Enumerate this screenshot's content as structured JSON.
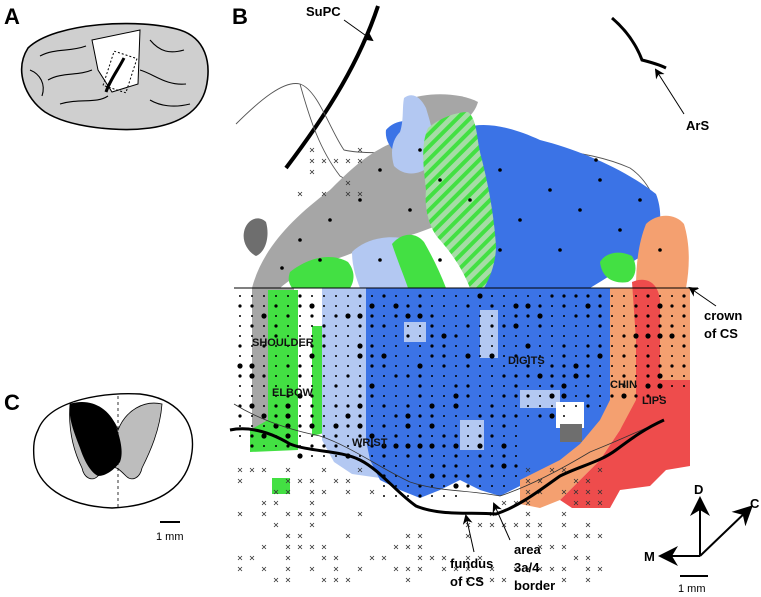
{
  "panels": {
    "a": "A",
    "b": "B",
    "c": "C"
  },
  "labels": {
    "supc": "SuPC",
    "ars": "ArS",
    "crown_line1": "crown",
    "crown_line2": "of CS",
    "fundus_line1": "fundus",
    "fundus_line2": "of CS",
    "area_line1": "area",
    "area_line2": "3a/4",
    "area_line3": "border",
    "scale_b": "1 mm",
    "scale_c": "1 mm",
    "axis_d": "D",
    "axis_m": "M",
    "axis_c": "C"
  },
  "body_parts": {
    "shoulder": "SHOULDER",
    "elbow": "ELBOW",
    "wrist": "WRIST",
    "digits": "DIGITS",
    "chin": "CHIN",
    "lips": "LIPS"
  },
  "colors": {
    "shoulder": "#a6a6a6",
    "elbow": "#43e043",
    "wrist": "#b3c8f2",
    "digits": "#3b73e6",
    "chin": "#f4a070",
    "lips": "#ee4c4c",
    "dark_gray": "#6e6e6e",
    "brain": "#cfcfcf",
    "spinal_black": "#000000",
    "spinal_gray": "#bdbdbd"
  }
}
